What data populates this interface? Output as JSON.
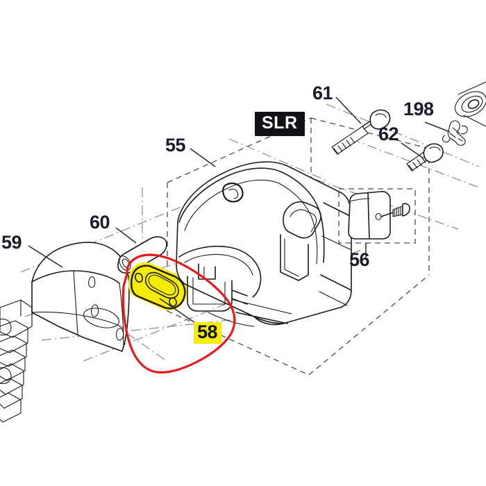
{
  "diagram": {
    "title": "Muffler assembly exploded parts diagram",
    "background_color": "#ffffff",
    "line_color": "#1a1a1a",
    "highlight_color": "#f5ec00",
    "annotation_color": "#e8191b",
    "group_tag": {
      "text": "SLR",
      "background_color": "#111118",
      "text_color": "#ffffff"
    },
    "callouts": [
      {
        "id": "59",
        "label": "59",
        "highlighted": false,
        "part": "heat-shield-deflector"
      },
      {
        "id": "60",
        "label": "60",
        "highlighted": false,
        "part": "spacer-sleeve"
      },
      {
        "id": "55",
        "label": "55",
        "highlighted": false,
        "part": "muffler-body"
      },
      {
        "id": "58",
        "label": "58",
        "highlighted": true,
        "part": "muffler-gasket"
      },
      {
        "id": "56",
        "label": "56",
        "highlighted": false,
        "part": "spark-arrester-cover"
      },
      {
        "id": "61",
        "label": "61",
        "highlighted": false,
        "part": "long-flange-screw"
      },
      {
        "id": "62",
        "label": "62",
        "highlighted": false,
        "part": "short-flange-screw"
      },
      {
        "id": "198",
        "label": "198",
        "highlighted": false,
        "part": "cable-clip"
      }
    ],
    "annotation": {
      "type": "hand-drawn-outline",
      "shape": "freehand-loop",
      "color": "#e8191b",
      "targets": [
        "58"
      ]
    },
    "highlights": [
      {
        "target": "58",
        "kind": "part-fill",
        "color": "#f5ec00"
      },
      {
        "target": "58",
        "kind": "label-background",
        "color": "#f5ec00"
      }
    ]
  }
}
